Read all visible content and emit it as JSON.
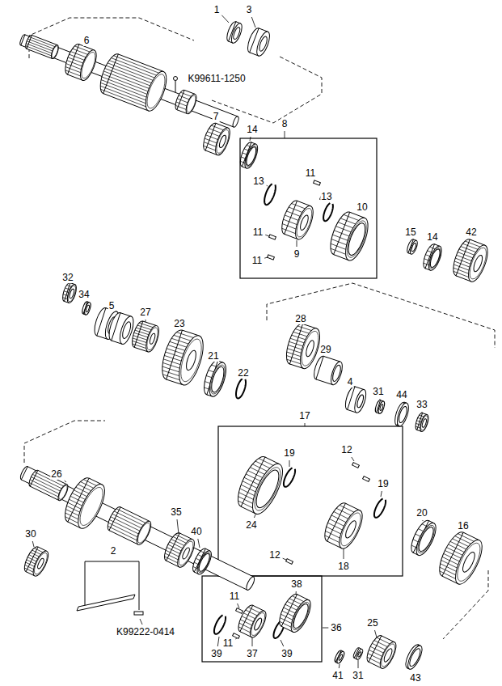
{
  "diagram": {
    "labels": [
      "1",
      "3",
      "6",
      "K99611-1250",
      "7",
      "8",
      "14",
      "11",
      "13",
      "13",
      "10",
      "11",
      "9",
      "11",
      "15",
      "14",
      "42",
      "32",
      "34",
      "5",
      "27",
      "23",
      "28",
      "29",
      "4",
      "31",
      "44",
      "33",
      "21",
      "22",
      "17",
      "19",
      "12",
      "19",
      "24",
      "12",
      "18",
      "20",
      "16",
      "26",
      "35",
      "40",
      "30",
      "2",
      "11",
      "38",
      "36",
      "11",
      "39",
      "37",
      "39",
      "K99222-0414",
      "25",
      "41",
      "31",
      "43"
    ]
  }
}
